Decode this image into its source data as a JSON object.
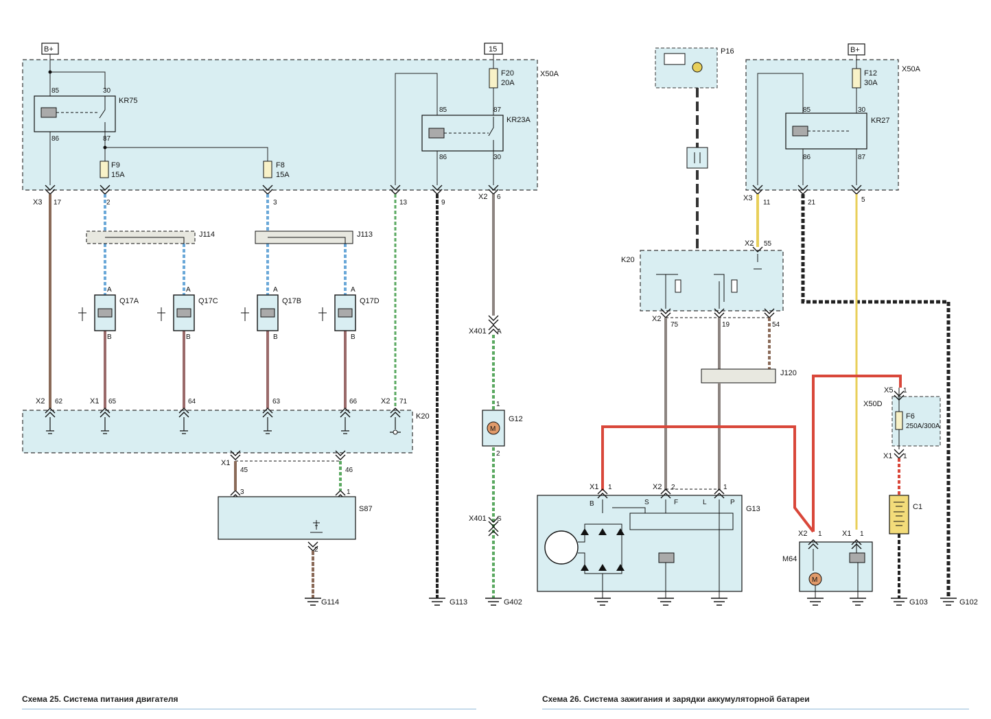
{
  "captions": {
    "left": "Схема 25. Система питания двигателя",
    "right": "Схема 26. Система зажигания и зарядки аккумуляторной батареи"
  },
  "labels": {
    "bplus_left": "B+",
    "terminal_15": "15",
    "bplus_right": "B+",
    "x50a_left": "X50A",
    "x50a_right": "X50A",
    "kr75": "KR75",
    "kr23a": "KR23A",
    "kr27": "KR27",
    "f9": "F9",
    "f9_rating": "15A",
    "f8": "F8",
    "f8_rating": "15A",
    "f20": "F20",
    "f20_rating": "20A",
    "f12": "F12",
    "f12_rating": "30A",
    "j114": "J114",
    "j113": "J113",
    "j120": "J120",
    "q17a": "Q17A",
    "q17c": "Q17C",
    "q17b": "Q17B",
    "q17d": "Q17D",
    "k20_left": "K20",
    "k20_right": "K20",
    "s87": "S87",
    "g12": "G12",
    "g13": "G13",
    "m64": "M64",
    "c1": "C1",
    "p16": "P16",
    "x50d": "X50D",
    "f6": "F6",
    "f6_rating": "250A/300A",
    "g114": "G114",
    "g113": "G113",
    "g402": "G402",
    "g103": "G103",
    "g102": "G102",
    "x3": "X3",
    "x2": "X2",
    "x1": "X1",
    "x401": "X401",
    "x5": "X5",
    "motor": "M"
  },
  "pins": {
    "p85": "85",
    "p86": "86",
    "p87": "87",
    "p30": "30",
    "p17": "17",
    "p2": "2",
    "p3": "3",
    "p13": "13",
    "p9": "9",
    "p6": "6",
    "p62": "62",
    "p65": "65",
    "p64": "64",
    "p63": "63",
    "p66": "66",
    "p71": "71",
    "p45": "45",
    "p46": "46",
    "p1": "1",
    "pA": "A",
    "pB": "B",
    "pS": "S",
    "p11": "11",
    "p21": "21",
    "p5": "5",
    "p55": "55",
    "p75": "75",
    "p19": "19",
    "p54": "54",
    "pF": "F",
    "pL": "L",
    "pP": "P"
  },
  "colors": {
    "panel": "#d9eef2",
    "wire_red": "#d9473a",
    "wire_yellow": "#e8cf5a",
    "wire_blue": "#6aa8d8",
    "wire_brown": "#8a6a58",
    "wire_green": "#5aa860",
    "wire_black": "#222222",
    "wire_gray": "#8c8480",
    "component": "#cdd4d6",
    "motor_fill": "#e09a6a"
  }
}
